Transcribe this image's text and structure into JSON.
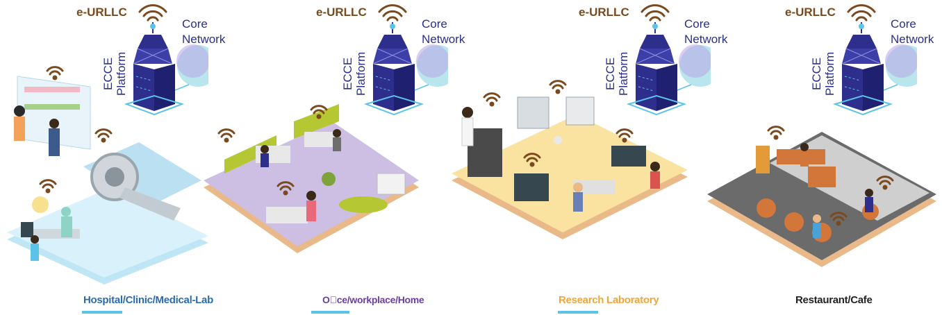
{
  "scenes": [
    {
      "urllc": "e-URLLC",
      "core": [
        "Core",
        "Network"
      ],
      "ecce": [
        "ECCE",
        "Platform"
      ],
      "caption": "Hospital/Clinic/Medical-Lab",
      "caption_color": "#2b6cb0",
      "floor_color": "#bfe6f5"
    },
    {
      "urllc": "e-URLLC",
      "core": [
        "Core",
        "Network"
      ],
      "ecce": [
        "ECCE",
        "Platform"
      ],
      "caption": "O\u0000ce/workplace/Home",
      "caption_color": "#6b3fa0",
      "floor_color": "#cdbfe3"
    },
    {
      "urllc": "e-URLLC",
      "core": [
        "Core",
        "Network"
      ],
      "ecce": [
        "ECCE",
        "Platform"
      ],
      "caption": "Research Laboratory",
      "caption_color": "#f0a63a",
      "floor_color": "#fae3a0"
    },
    {
      "urllc": "e-URLLC",
      "core": [
        "Core",
        "Network"
      ],
      "ecce": [
        "ECCE",
        "Platform"
      ],
      "caption": "Restaurant/Cafe",
      "caption_color": "#222222",
      "floor_color": "#6b6b6b"
    }
  ],
  "colors": {
    "wifi": "#7a4a1e",
    "tower": "#2e2f8c",
    "tower_dark": "#1f2070",
    "accent": "#5bc3e8",
    "wood": "#e9b98a"
  }
}
